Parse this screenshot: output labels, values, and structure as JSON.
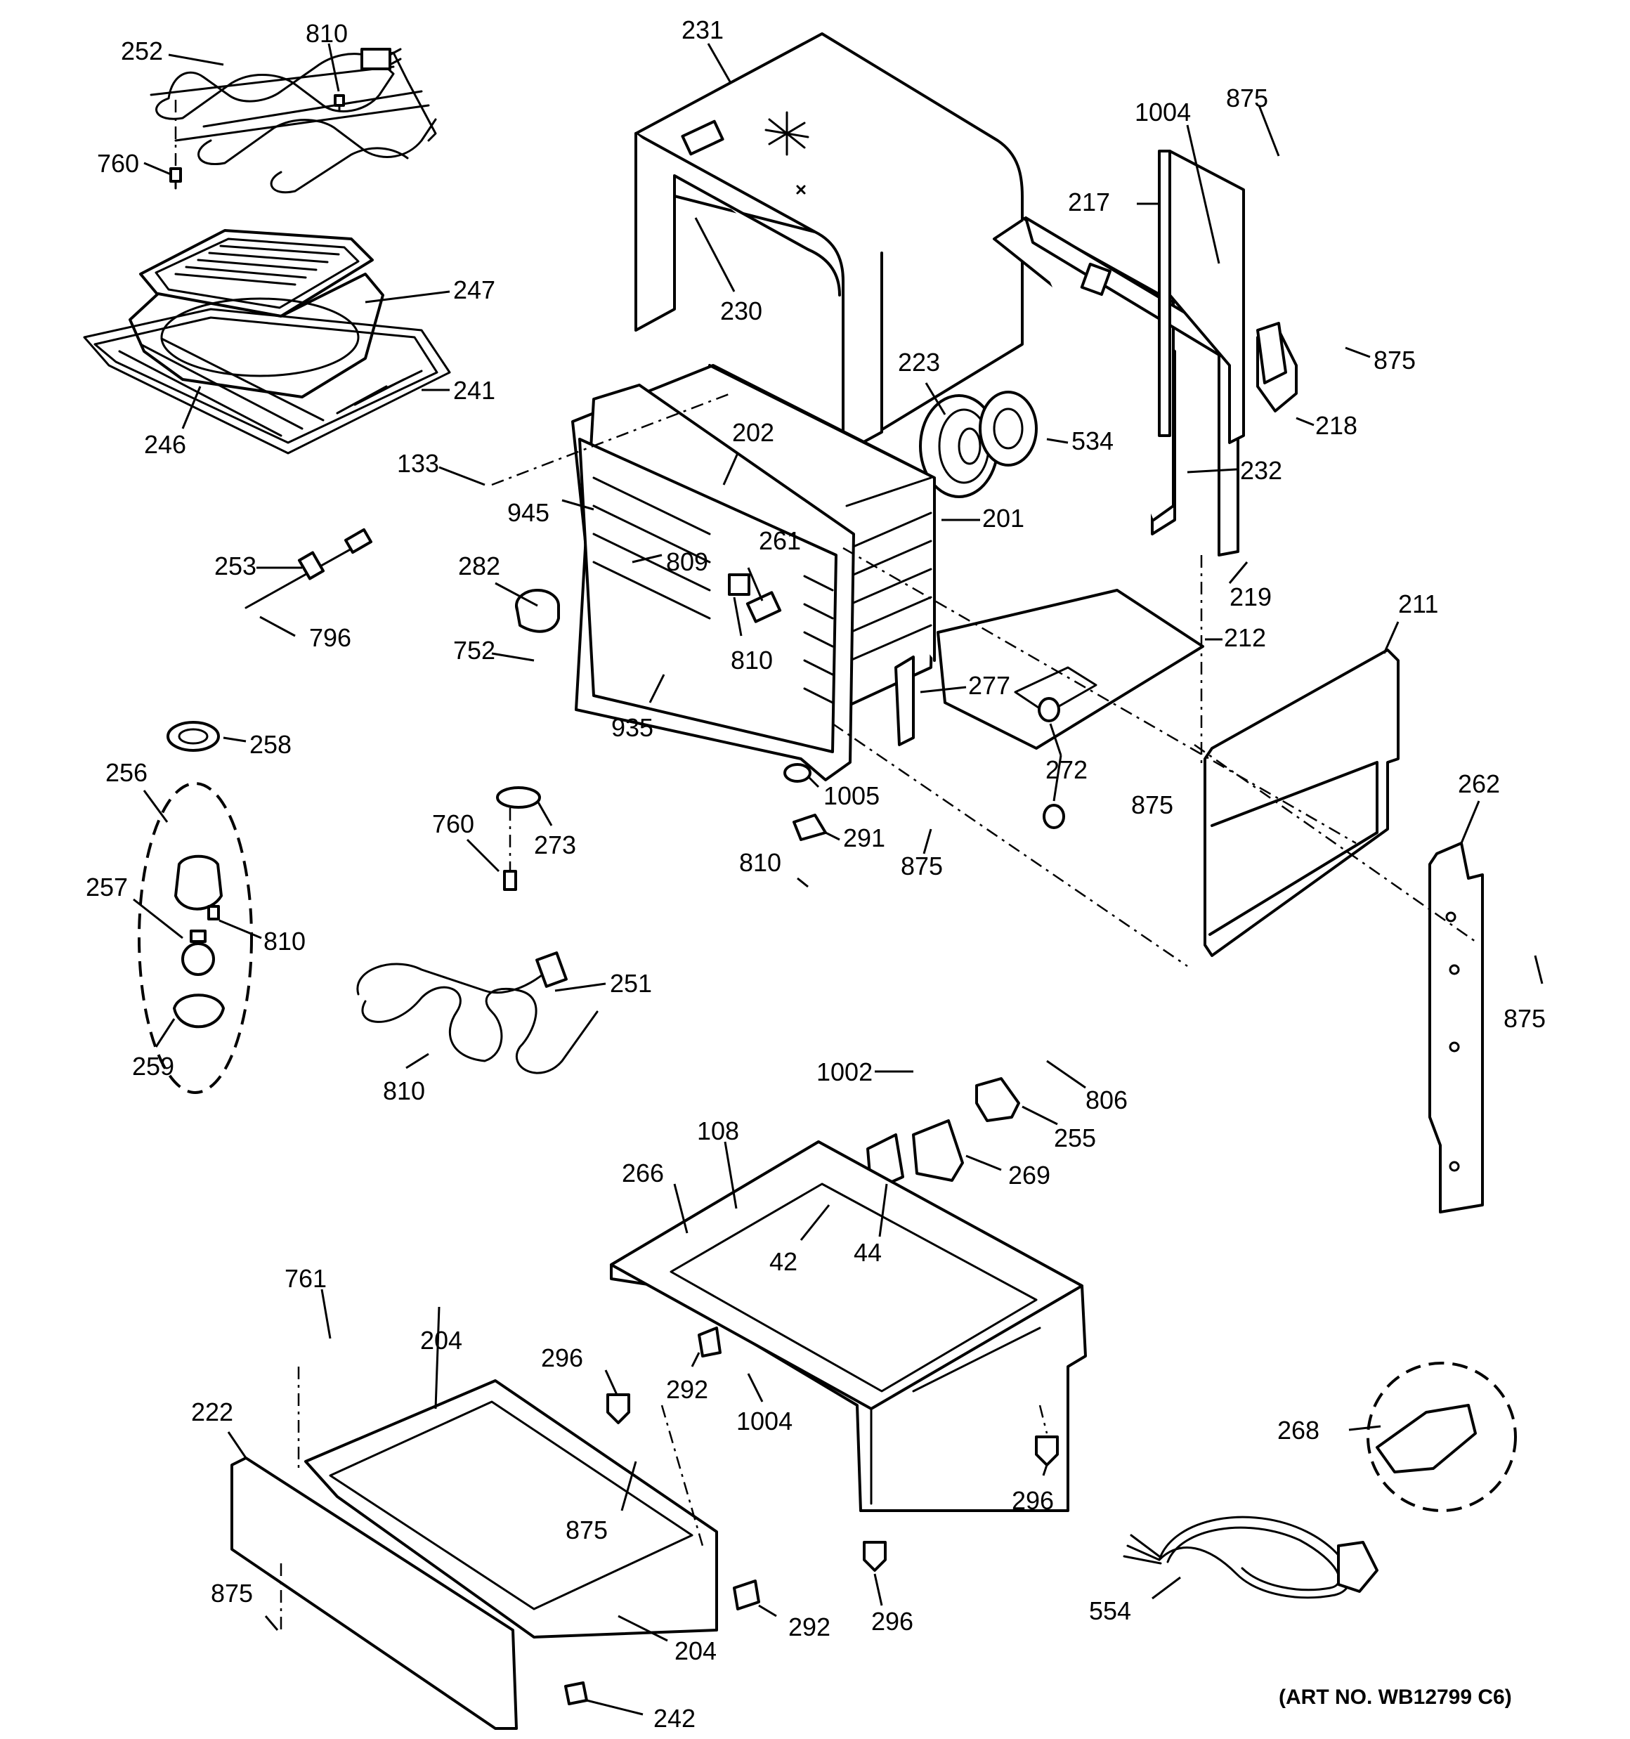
{
  "diagram": {
    "art_number": "(ART NO. WB12799 C6)",
    "callouts": [
      {
        "id": "c-252",
        "label": "252"
      },
      {
        "id": "c-810a",
        "label": "810"
      },
      {
        "id": "c-760a",
        "label": "760"
      },
      {
        "id": "c-247",
        "label": "247"
      },
      {
        "id": "c-241",
        "label": "241"
      },
      {
        "id": "c-246",
        "label": "246"
      },
      {
        "id": "c-231",
        "label": "231"
      },
      {
        "id": "c-230",
        "label": "230"
      },
      {
        "id": "c-1004a",
        "label": "1004"
      },
      {
        "id": "c-875a",
        "label": "875"
      },
      {
        "id": "c-217",
        "label": "217"
      },
      {
        "id": "c-875b",
        "label": "875"
      },
      {
        "id": "c-218",
        "label": "218"
      },
      {
        "id": "c-223",
        "label": "223"
      },
      {
        "id": "c-534",
        "label": "534"
      },
      {
        "id": "c-232",
        "label": "232"
      },
      {
        "id": "c-219",
        "label": "219"
      },
      {
        "id": "c-202",
        "label": "202"
      },
      {
        "id": "c-133",
        "label": "133"
      },
      {
        "id": "c-945",
        "label": "945"
      },
      {
        "id": "c-201",
        "label": "201"
      },
      {
        "id": "c-253",
        "label": "253"
      },
      {
        "id": "c-796",
        "label": "796"
      },
      {
        "id": "c-282",
        "label": "282"
      },
      {
        "id": "c-809",
        "label": "809"
      },
      {
        "id": "c-261",
        "label": "261"
      },
      {
        "id": "c-810b",
        "label": "810"
      },
      {
        "id": "c-752",
        "label": "752"
      },
      {
        "id": "c-935",
        "label": "935"
      },
      {
        "id": "c-212",
        "label": "212"
      },
      {
        "id": "c-211",
        "label": "211"
      },
      {
        "id": "c-277",
        "label": "277"
      },
      {
        "id": "c-272",
        "label": "272"
      },
      {
        "id": "c-258",
        "label": "258"
      },
      {
        "id": "c-256",
        "label": "256"
      },
      {
        "id": "c-1005",
        "label": "1005"
      },
      {
        "id": "c-875c",
        "label": "875"
      },
      {
        "id": "c-262",
        "label": "262"
      },
      {
        "id": "c-760b",
        "label": "760"
      },
      {
        "id": "c-273",
        "label": "273"
      },
      {
        "id": "c-291",
        "label": "291"
      },
      {
        "id": "c-810c",
        "label": "810"
      },
      {
        "id": "c-875d",
        "label": "875"
      },
      {
        "id": "c-257",
        "label": "257"
      },
      {
        "id": "c-810d",
        "label": "810"
      },
      {
        "id": "c-875e",
        "label": "875"
      },
      {
        "id": "c-251",
        "label": "251"
      },
      {
        "id": "c-259",
        "label": "259"
      },
      {
        "id": "c-810e",
        "label": "810"
      },
      {
        "id": "c-1002",
        "label": "1002"
      },
      {
        "id": "c-806",
        "label": "806"
      },
      {
        "id": "c-255",
        "label": "255"
      },
      {
        "id": "c-108",
        "label": "108"
      },
      {
        "id": "c-266",
        "label": "266"
      },
      {
        "id": "c-269",
        "label": "269"
      },
      {
        "id": "c-42",
        "label": "42"
      },
      {
        "id": "c-44",
        "label": "44"
      },
      {
        "id": "c-761",
        "label": "761"
      },
      {
        "id": "c-204a",
        "label": "204"
      },
      {
        "id": "c-296a",
        "label": "296"
      },
      {
        "id": "c-222",
        "label": "222"
      },
      {
        "id": "c-292a",
        "label": "292"
      },
      {
        "id": "c-1004b",
        "label": "1004"
      },
      {
        "id": "c-268",
        "label": "268"
      },
      {
        "id": "c-875f",
        "label": "875"
      },
      {
        "id": "c-296b",
        "label": "296"
      },
      {
        "id": "c-875g",
        "label": "875"
      },
      {
        "id": "c-292b",
        "label": "292"
      },
      {
        "id": "c-296c",
        "label": "296"
      },
      {
        "id": "c-554",
        "label": "554"
      },
      {
        "id": "c-204b",
        "label": "204"
      },
      {
        "id": "c-242",
        "label": "242"
      }
    ]
  }
}
